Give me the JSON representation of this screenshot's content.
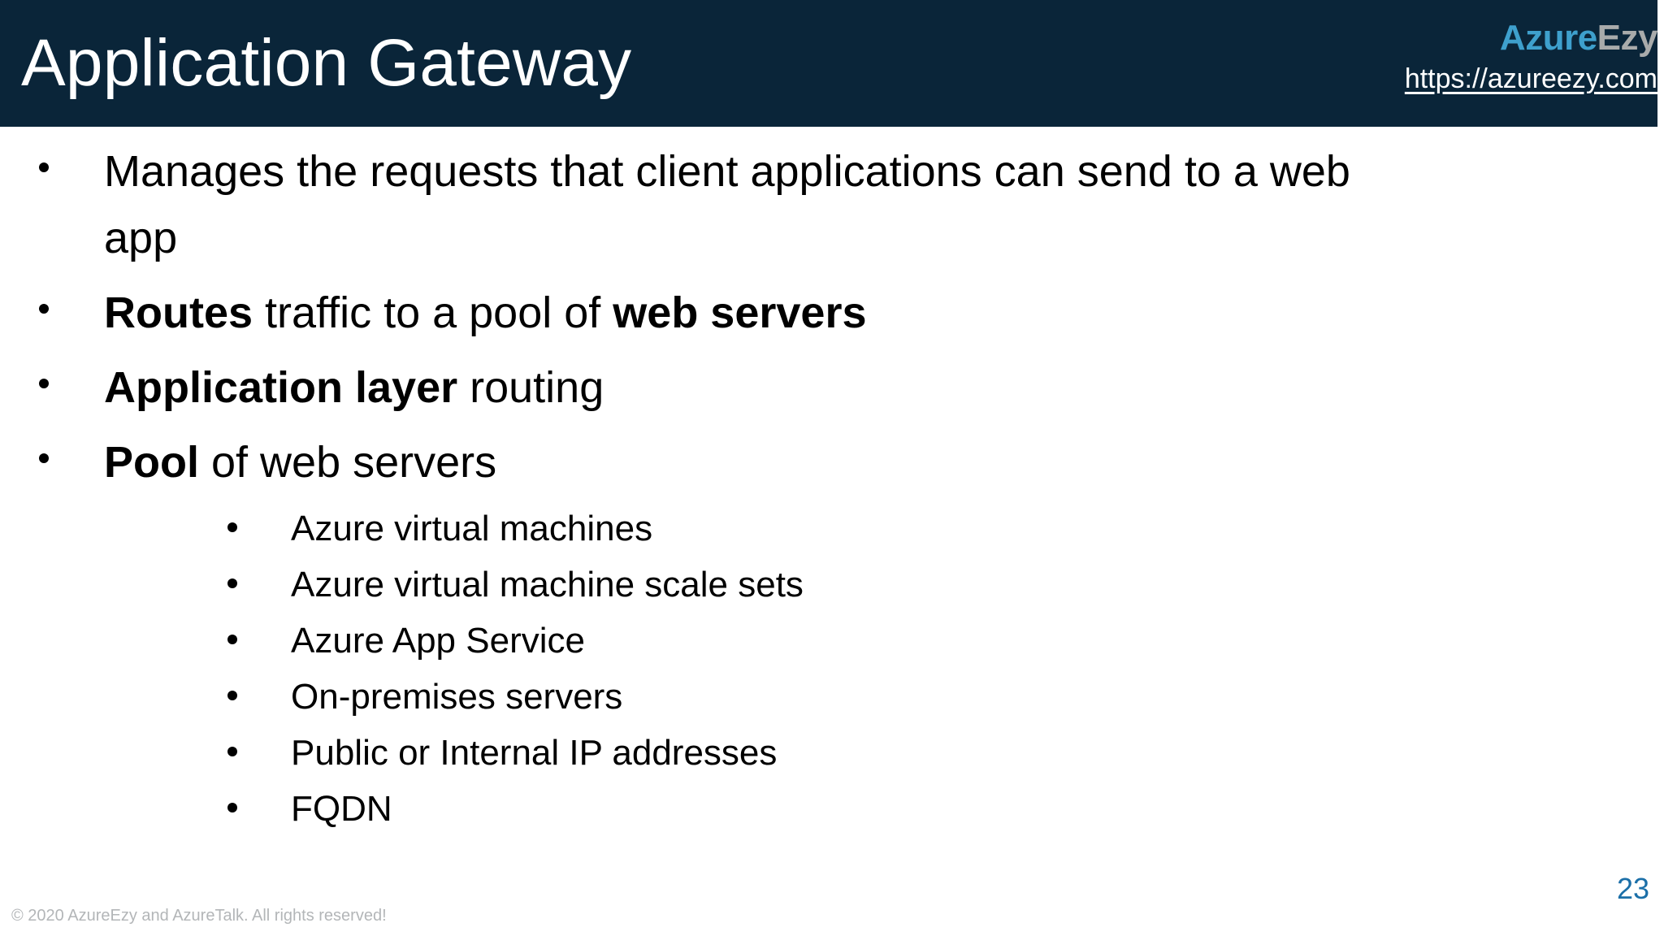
{
  "slide": {
    "title": "Application Gateway",
    "page_number": "23",
    "copyright": "© 2020 AzureEzy and AzureTalk. All rights reserved!",
    "header_color": "#0a2539",
    "accent_blue": "#3ea0cd",
    "page_number_color": "#1b6fa8",
    "footer_color": "#b3b6b8"
  },
  "brand": {
    "logo_part1": "Azure",
    "logo_part2": "Ezy",
    "url": "https://azureezy.com"
  },
  "bullets": [
    {
      "segments": [
        {
          "text": "Manages the requests that client applications can send to a web app",
          "bold": false
        }
      ]
    },
    {
      "segments": [
        {
          "text": "Routes",
          "bold": true
        },
        {
          "text": " traffic to a pool of ",
          "bold": false
        },
        {
          "text": "web servers",
          "bold": true
        }
      ]
    },
    {
      "segments": [
        {
          "text": "Application layer",
          "bold": true
        },
        {
          "text": " routing",
          "bold": false
        }
      ]
    },
    {
      "segments": [
        {
          "text": "Pool",
          "bold": true
        },
        {
          "text": " of web servers",
          "bold": false
        }
      ],
      "sub_items": [
        "Azure virtual machines",
        "Azure virtual machine scale sets",
        "Azure App Service",
        "On-premises servers",
        "Public or Internal IP addresses",
        "FQDN"
      ]
    }
  ]
}
